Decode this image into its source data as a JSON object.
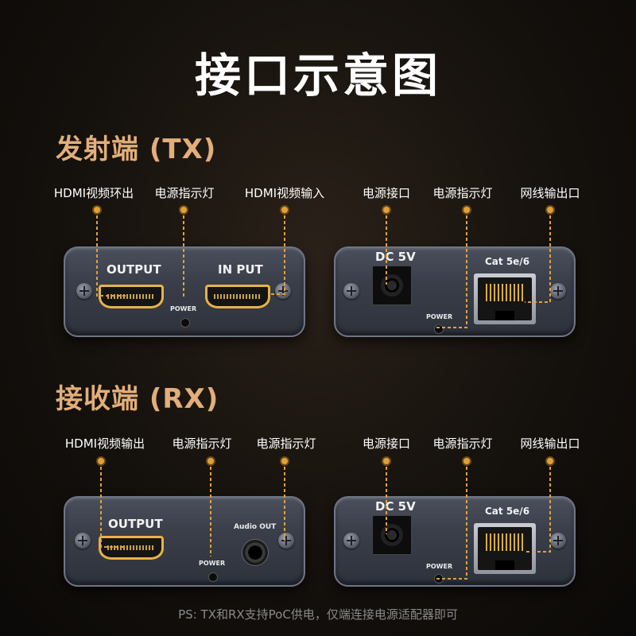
{
  "title": "接口示意图",
  "tx": {
    "heading": "发射端 (TX)",
    "callouts": [
      "HDMI视频环出",
      "电源指示灯",
      "HDMI视频输入",
      "电源接口",
      "电源指示灯",
      "网线输出口"
    ],
    "front": {
      "output_label": "OUTPUT",
      "input_label": "IN PUT",
      "power_label": "POWER"
    },
    "back": {
      "dc_label": "DC 5V",
      "cat_label": "Cat 5e/6",
      "power_label": "POWER"
    }
  },
  "rx": {
    "heading": "接收端 (RX)",
    "callouts": [
      "HDMI视频输出",
      "电源指示灯",
      "电源指示灯",
      "电源接口",
      "电源指示灯",
      "网线输出口"
    ],
    "front": {
      "output_label": "OUTPUT",
      "audio_label": "Audio OUT",
      "power_label": "POWER"
    },
    "back": {
      "dc_label": "DC 5V",
      "cat_label": "Cat 5e/6",
      "power_label": "POWER"
    }
  },
  "footnote": "PS: TX和RX支持PoC供电，仅端连接电源适配器即可",
  "colors": {
    "accent": "#e2ae79",
    "leader": "#e0a13a",
    "hdmi_gold": "#e6b347"
  }
}
